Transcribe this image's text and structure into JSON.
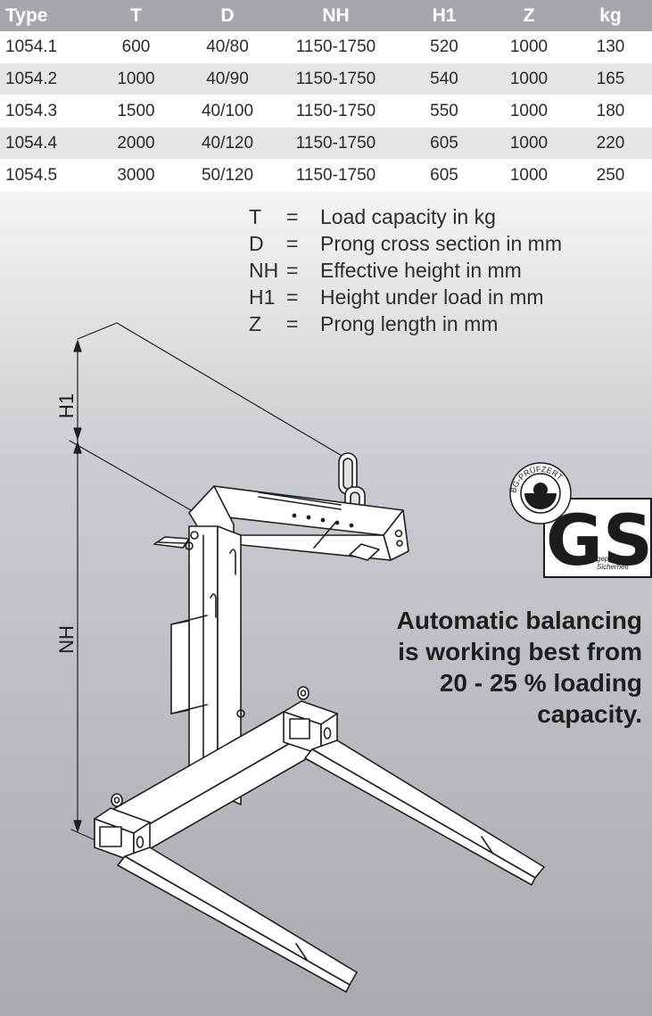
{
  "table": {
    "headers": [
      "Type",
      "T",
      "D",
      "NH",
      "H1",
      "Z",
      "kg"
    ],
    "rows": [
      [
        "1054.1",
        "600",
        "40/80",
        "1150-1750",
        "520",
        "1000",
        "130"
      ],
      [
        "1054.2",
        "1000",
        "40/90",
        "1150-1750",
        "540",
        "1000",
        "165"
      ],
      [
        "1054.3",
        "1500",
        "40/100",
        "1150-1750",
        "550",
        "1000",
        "180"
      ],
      [
        "1054.4",
        "2000",
        "40/120",
        "1150-1750",
        "605",
        "1000",
        "220"
      ],
      [
        "1054.5",
        "3000",
        "50/120",
        "1150-1750",
        "605",
        "1000",
        "250"
      ]
    ]
  },
  "legend": [
    {
      "abbr": "T",
      "eq": "=",
      "desc": "Load capacity in kg"
    },
    {
      "abbr": "D",
      "eq": "=",
      "desc": "Prong cross section in mm"
    },
    {
      "abbr": "NH",
      "eq": "=",
      "desc": "Effective height in mm"
    },
    {
      "abbr": "H1",
      "eq": "=",
      "desc": "Height under load  in mm"
    },
    {
      "abbr": "Z",
      "eq": "=",
      "desc": "Prong length in mm"
    }
  ],
  "drawing": {
    "dim_h1": "H1",
    "dim_nh": "NH"
  },
  "certification": {
    "ring_text": "BG-PRÜFZERT",
    "mark": "GS",
    "line1": "geprüfte",
    "line2": "Sicherheit"
  },
  "note": {
    "lines": [
      "Automatic balancing",
      "is working best from",
      "20 - 25 % loading",
      "capacity."
    ]
  },
  "colors": {
    "header_bg": "#a4a8ad",
    "row_alt": "#e4e5e7",
    "background_bottom": "#a7abb0"
  }
}
